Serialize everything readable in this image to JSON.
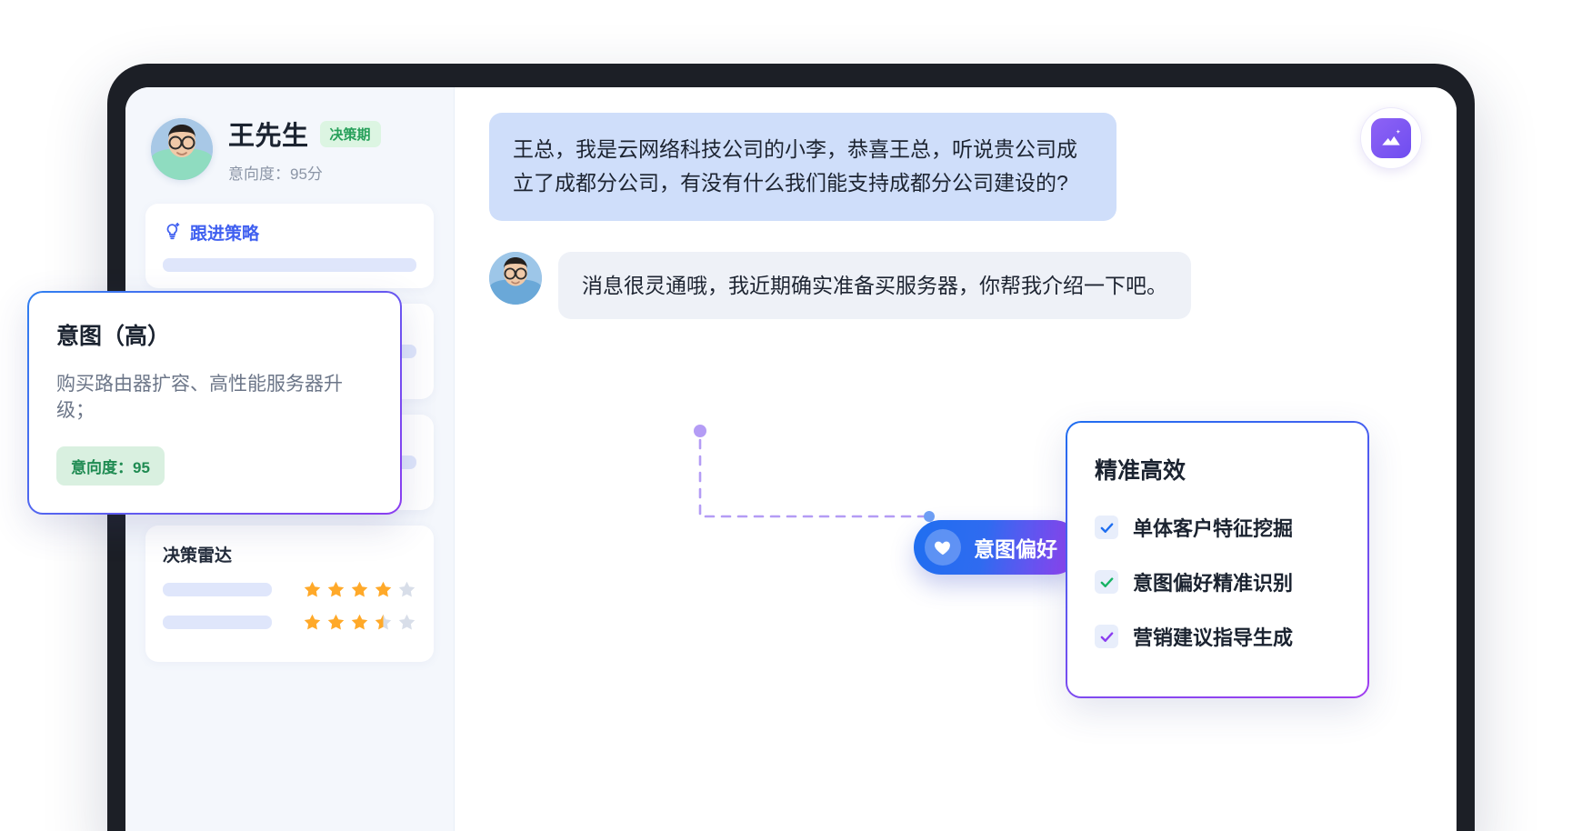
{
  "sidebar": {
    "user_name": "王先生",
    "stage_badge": "决策期",
    "intent_score_line": "意向度：95分",
    "strategy_panel": {
      "icon": "lightbulb-sparkle-icon",
      "title": "跟进策略"
    },
    "radar_panel": {
      "title": "决策雷达",
      "rows": [
        {
          "stars": 4,
          "half": false
        },
        {
          "stars": 3,
          "half": true
        }
      ]
    }
  },
  "chat": {
    "messages": [
      {
        "sender": "agent",
        "side": "right",
        "text": "王总，我是云网络科技公司的小李，恭喜王总，听说贵公司成立了成都分公司，有没有什么我们能支持成都分公司建设的?"
      },
      {
        "sender": "customer",
        "side": "left",
        "avatar": "customer-avatar",
        "text": "消息很灵通哦，我近期确实准备买服务器，你帮我介绍一下吧。"
      }
    ],
    "sparkle_button_icon": "ai-sparkle-icon"
  },
  "intent_card": {
    "title": "意图（高）",
    "description": "购买路由器扩容、高性能服务器升级；",
    "score_pill": "意向度：95",
    "border_gradient_from": "#2f7ff0",
    "border_gradient_to": "#8b3df0"
  },
  "preference_pill": {
    "icon": "heart-icon",
    "label": "意图偏好",
    "gradient_from": "#1f6ef0",
    "gradient_to": "#9b3df0"
  },
  "feature_card": {
    "title": "精准高效",
    "items": [
      {
        "label": "单体客户特征挖掘",
        "check_color": "#1f6ef0"
      },
      {
        "label": "意图偏好精准识别",
        "check_color": "#16b364"
      },
      {
        "label": "营销建议指导生成",
        "check_color": "#8b3df0"
      }
    ],
    "border_gradient_from": "#1f6ef0",
    "border_gradient_to": "#a23df0"
  },
  "colors": {
    "accent_blue": "#4060f0",
    "badge_green_bg": "#dcf5e2",
    "badge_green_text": "#27a05a",
    "bubble_blue": "#cfdefa",
    "bubble_grey": "#eef1f7",
    "connector_purple": "#b49cf5",
    "connector_dot_blue": "#6fa0f5",
    "star_filled": "#ffa929",
    "star_empty": "#d8dee9"
  }
}
